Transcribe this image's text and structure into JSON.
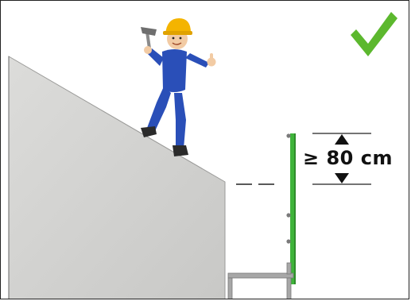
{
  "measurement": {
    "label": "≥ 80 cm",
    "min_height_cm": 80
  },
  "status": {
    "icon": "check-mark-icon",
    "color": "#5cb82e"
  },
  "colors": {
    "roof": "#d4d4d2",
    "roof_edge": "#b9b9b7",
    "railing": "#3fb43a",
    "worker_suit": "#2a4fb8",
    "helmet": "#f4b400",
    "outline": "#222222"
  },
  "icons": [
    "check-mark-icon",
    "worker-figure",
    "hammer-icon",
    "helmet-icon",
    "arrow-up-icon",
    "arrow-down-icon"
  ]
}
